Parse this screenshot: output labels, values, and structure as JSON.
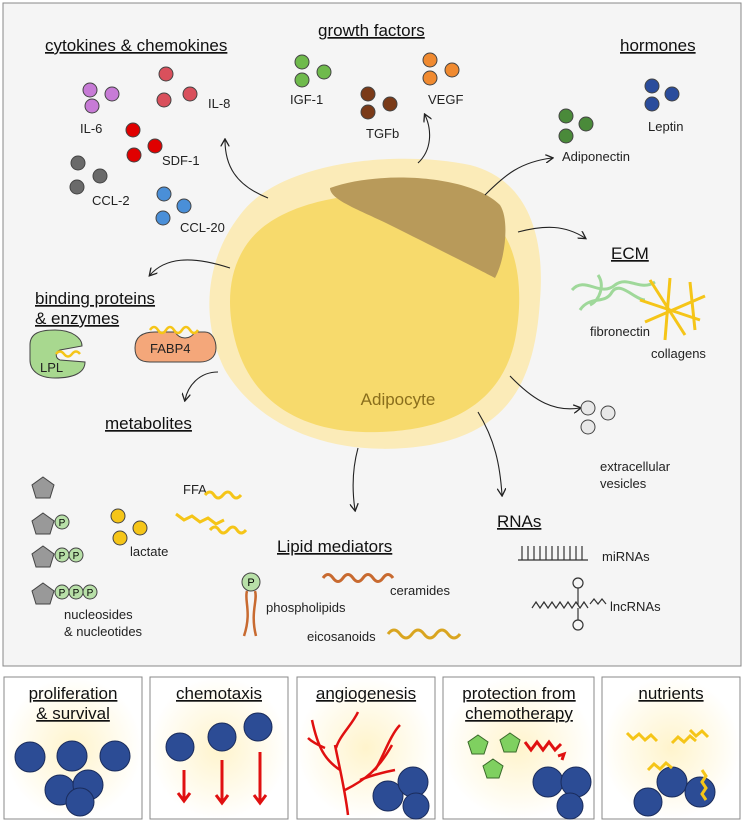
{
  "main": {
    "cell_label": "Adipocyte",
    "sections": {
      "cytokines": {
        "title": "cytokines & chemokines",
        "labels": {
          "il6": "IL-6",
          "il8": "IL-8",
          "sdf1": "SDF-1",
          "ccl2": "CCL-2",
          "ccl20": "CCL-20"
        }
      },
      "growth": {
        "title": "growth factors",
        "labels": {
          "igf1": "IGF-1",
          "tgfb": "TGFb",
          "vegf": "VEGF"
        }
      },
      "hormones": {
        "title": "hormones",
        "labels": {
          "leptin": "Leptin",
          "adiponectin": "Adiponectin"
        }
      },
      "ecm": {
        "title": "ECM",
        "labels": {
          "fibronectin": "fibronectin",
          "collagens": "collagens"
        }
      },
      "binding": {
        "title_line1": "binding proteins",
        "title_line2": "& enzymes",
        "labels": {
          "fabp4": "FABP4",
          "lpl": "LPL"
        }
      },
      "metabolites": {
        "title": "metabolites",
        "phosphate": "P",
        "labels": {
          "ffa": "FFA",
          "lactate": "lactate",
          "nuc1": "nucleosides",
          "nuc2": "& nucleotides"
        }
      },
      "lipid": {
        "title": "Lipid mediators",
        "labels": {
          "phospholipids": "phospholipids",
          "ceramides": "ceramides",
          "eicosanoids": "eicosanoids",
          "p": "P"
        }
      },
      "ev": {
        "labels": {
          "line1": "extracellular",
          "line2": "vesicles"
        }
      },
      "rnas": {
        "title": "RNAs",
        "labels": {
          "mirnas": "miRNAs",
          "lncrnas": "lncRNAs"
        }
      }
    }
  },
  "effects": [
    {
      "line1": "proliferation",
      "line2": "& survival"
    },
    {
      "line1": "chemotaxis",
      "line2": ""
    },
    {
      "line1": "angiogenesis",
      "line2": ""
    },
    {
      "line1": "protection from",
      "line2": "chemotherapy"
    },
    {
      "line1": "nutrients",
      "line2": ""
    }
  ],
  "colors": {
    "panel_bg": "#f5f5f5",
    "adipocyte_outer": "#fbebb8",
    "adipocyte_inner": "#f7da6c",
    "nucleus": "#b89a5a",
    "tumor_cell": "#2c4c95",
    "arrow_red": "#e01010",
    "ffa_yellow": "#f5c518"
  }
}
